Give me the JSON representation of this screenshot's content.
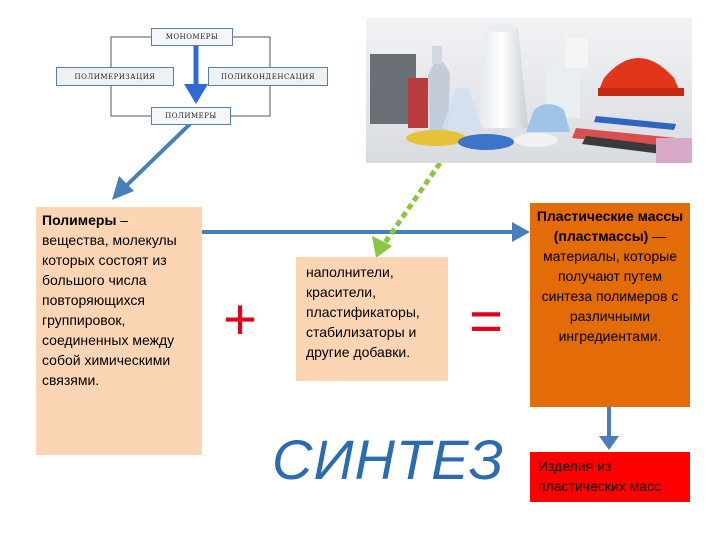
{
  "mini_diagram": {
    "monomers": "МОНОМЕРЫ",
    "polymerization": "ПОЛИМЕРИЗАЦИЯ",
    "polycondensation": "ПОЛИКОНДЕНСАЦИЯ",
    "polymers": "ПОЛИМЕРЫ"
  },
  "definition": {
    "term": "Полимеры",
    "text": " – вещества, молекулы которых состоят из большого числа повторяющихся группировок, соединенных между собой химическими связями."
  },
  "additives": {
    "text": "наполнители, красители, пластификаторы, стабилизаторы и другие добавки."
  },
  "plus_sign": "+",
  "equals_sign": "=",
  "plastics": {
    "term": "Пластические массы (пластмассы)",
    "text": " — материалы, которые получают путем синтеза полимеров с различными ингредиентами."
  },
  "synthesis": "СИНТЕЗ",
  "products": {
    "text": "Изделия из пластических масс"
  },
  "colors": {
    "peach": "#fcd5b5",
    "orange": "#e36c09",
    "red": "#ff0000",
    "arrow_blue": "#4a7ebb",
    "arrow_green": "#8cc63f",
    "accent_red": "#e3001b"
  },
  "icons": {
    "photo": "plastics-photo"
  }
}
